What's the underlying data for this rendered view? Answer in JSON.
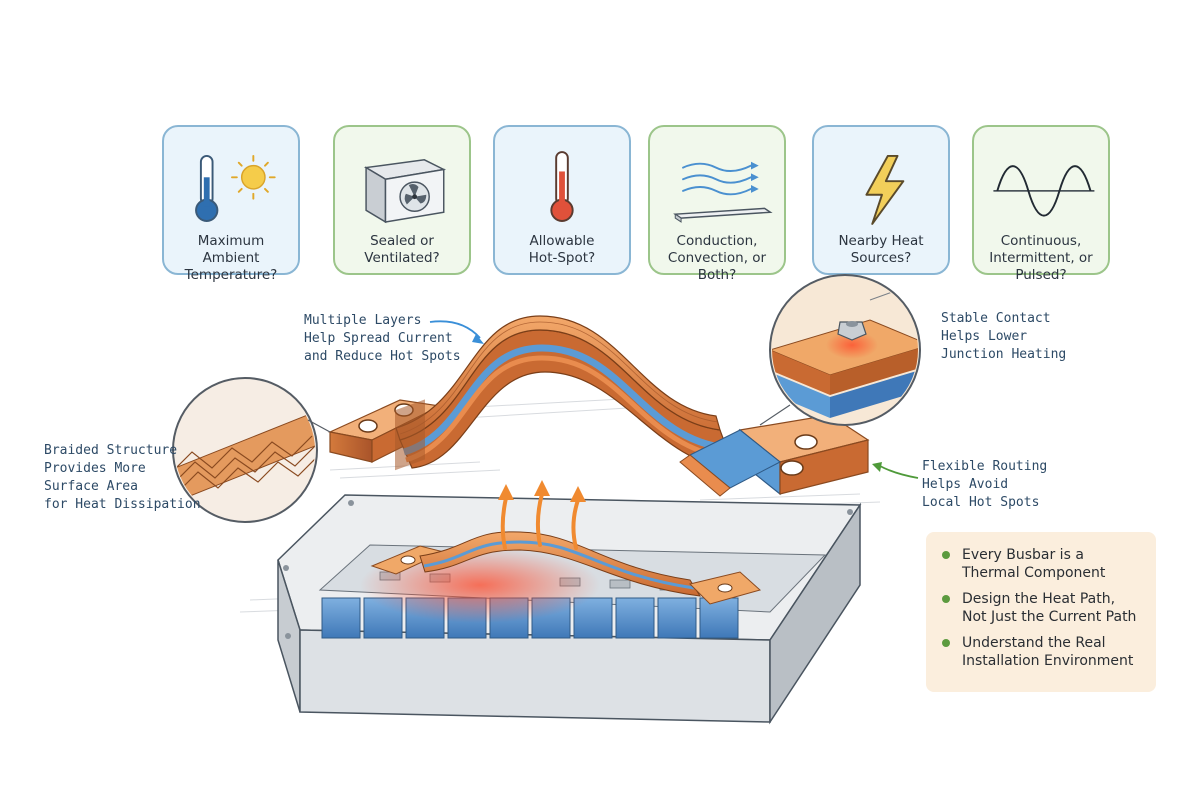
{
  "cards": [
    {
      "label": "Maximum Ambient\nTemperature?",
      "icon": "thermometer-sun-icon",
      "style": "blue"
    },
    {
      "label": "Sealed or\nVentilated?",
      "icon": "enclosure-fan-icon",
      "style": "green"
    },
    {
      "label": "Allowable\nHot-Spot?",
      "icon": "thermometer-hot-icon",
      "style": "blue"
    },
    {
      "label": "Conduction,\nConvection, or Both?",
      "icon": "airflow-plate-icon",
      "style": "green"
    },
    {
      "label": "Nearby Heat\nSources?",
      "icon": "lightning-icon",
      "style": "blue"
    },
    {
      "label": "Continuous,\nIntermittent, or Pulsed?",
      "icon": "waveform-icon",
      "style": "green"
    }
  ],
  "callouts": {
    "layers": "Multiple Layers\nHelp Spread Current\nand Reduce Hot Spots",
    "contact": "Stable Contact\nHelps Lower\nJunction Heating",
    "braided": "Braided Structure\nProvides More\nSurface Area\nfor Heat Dissipation",
    "routing": "Flexible Routing\nHelps Avoid\nLocal Hot Spots"
  },
  "takeaways": [
    "Every Busbar is a\nThermal Component",
    "Design the Heat Path,\nNot Just the Current Path",
    "Understand the Real\nInstallation Environment"
  ],
  "colors": {
    "copper": "#e08a4a",
    "copper_dark": "#b85f2a",
    "insulation_blue": "#5b9bd5",
    "heat_red": "#e8503a",
    "arrow_blue": "#3a8fd8",
    "arrow_green": "#4f9a3a",
    "card_blue_bg": "#eaf4fb",
    "card_green_bg": "#f1f8ec",
    "takeaway_bg": "#fbeedd",
    "takeaway_bullet": "#5c9a3e"
  }
}
